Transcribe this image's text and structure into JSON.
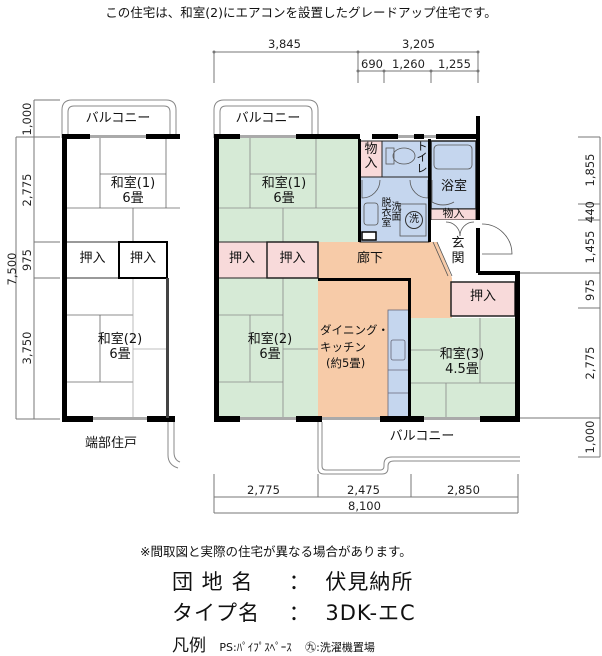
{
  "header": {
    "title": "この住宅は、和室(2)にエアコンを設置したグレードアップ住宅です。"
  },
  "colors": {
    "tatami": "#d6ead6",
    "closet": "#f8dada",
    "corridor": "#f7cba8",
    "wet_area": "#c5d6ee",
    "wall": "#000000",
    "dim_line": "#777777"
  },
  "top_dimensions": {
    "left": "3,845",
    "right": "3,205",
    "sub": [
      "690",
      "1,260",
      "1,255"
    ]
  },
  "bottom_dimensions": {
    "segments": [
      "2,775",
      "2,475",
      "2,850"
    ],
    "total": "8,100"
  },
  "left_dimensions": {
    "total": "7,500",
    "segments": [
      "1,000",
      "2,775",
      "975",
      "3,750"
    ]
  },
  "right_dimensions": {
    "segments": [
      "1,855",
      "440",
      "1,455",
      "975",
      "2,775",
      "1,000"
    ]
  },
  "end_unit": {
    "caption": "端部住戸",
    "balcony": "バルコニー",
    "room1": {
      "name": "和室(1)",
      "size": "6畳"
    },
    "closet1": "押入",
    "closet2": "押入",
    "room2": {
      "name": "和室(2)",
      "size": "6畳"
    }
  },
  "main_unit": {
    "balcony_top": "バルコニー",
    "balcony_bottom": "バルコニー",
    "room1": {
      "name": "和室(1)",
      "size": "6畳"
    },
    "room2": {
      "name": "和室(2)",
      "size": "6畳"
    },
    "room3": {
      "name": "和室(3)",
      "size": "4.5畳"
    },
    "closet_a": "押入",
    "closet_b": "押入",
    "closet_c": "押入",
    "storage_top": "物入",
    "storage_entry": "物入",
    "toilet": "トイレ",
    "bath": "浴室",
    "dressing": "脱衣室",
    "washbasin": "洗面",
    "washer_symbol": "洗",
    "corridor": "廊下",
    "entrance": "玄関",
    "dk": {
      "line1": "ダイニング・",
      "line2": "キッチン",
      "line3": "(約5畳)"
    }
  },
  "footer": {
    "note": "※間取図と実際の住宅が異なる場合があります。",
    "estate_label": "団 地 名",
    "estate_sep": "：",
    "estate_value": "伏見納所",
    "type_label": "タイプ名",
    "type_sep": "：",
    "type_value": "3DK-エC",
    "legend_label": "凡例",
    "legend_ps": "PS:ﾊﾟｲﾌﾟｽﾍﾟｰｽ",
    "legend_washer": "㊈:洗濯機置場"
  }
}
